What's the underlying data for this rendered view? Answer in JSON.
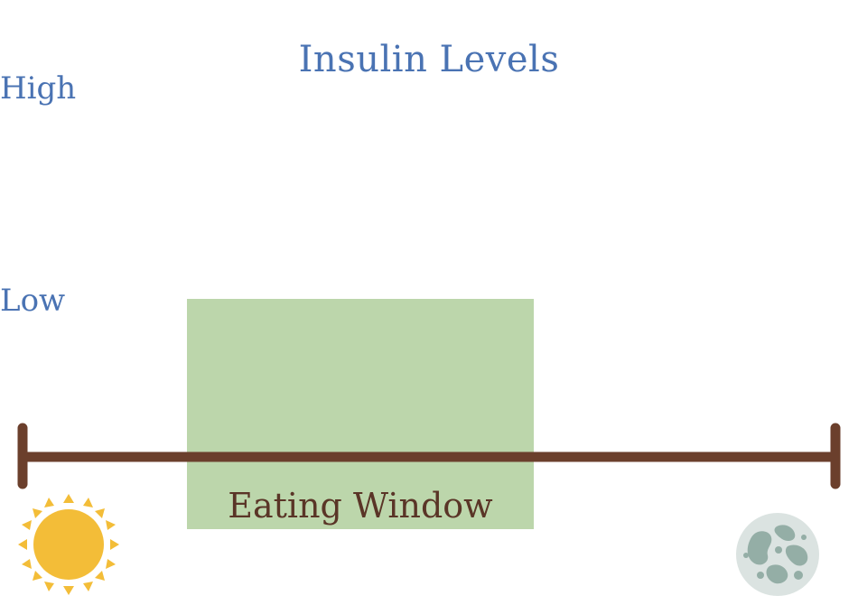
{
  "title": "Insulin Levels",
  "y_axis": {
    "high_label": "High",
    "low_label": "Low"
  },
  "eating_window": {
    "label": "Eating Window",
    "color": "#bcd6ab"
  },
  "timeline": {
    "color": "#6b3f2c",
    "start_icon": "sun-icon",
    "end_icon": "moon-icon"
  },
  "colors": {
    "text_blue": "#4a73b3",
    "text_brown": "#5a3527",
    "sun": "#f3bd38",
    "moon": "#dbe3e1",
    "moon_spots": "#94aea6"
  }
}
